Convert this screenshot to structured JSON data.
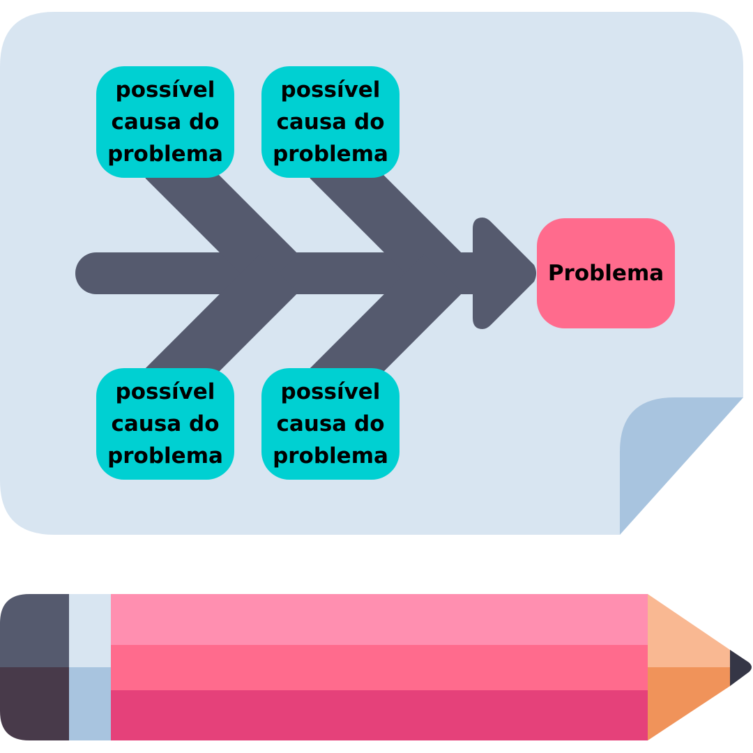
{
  "colors": {
    "paper": "#d8e5f1",
    "paper_fold": "#a8c4df",
    "spine": "#555a6e",
    "cause_box": "#00d0d2",
    "problem_box": "#ff6b8d",
    "pencil_stripe_light": "#ff8fb0",
    "pencil_stripe_mid": "#ff6b8d",
    "pencil_stripe_dark": "#e5417a",
    "pencil_eraser_top": "#555a6e",
    "pencil_eraser_bottom": "#483a4a",
    "pencil_ferrule_top": "#d8e5f1",
    "pencil_ferrule_bottom": "#a8c4df",
    "pencil_wood_light": "#f9b892",
    "pencil_wood_dark": "#f0935a",
    "pencil_lead": "#353646"
  },
  "diagram": {
    "causes": [
      {
        "label": "possível\ncausa do\nproblema"
      },
      {
        "label": "possível\ncausa do\nproblema"
      },
      {
        "label": "possível\ncausa do\nproblema"
      },
      {
        "label": "possível\ncausa do\nproblema"
      }
    ],
    "effect": {
      "label": "Problema"
    }
  }
}
